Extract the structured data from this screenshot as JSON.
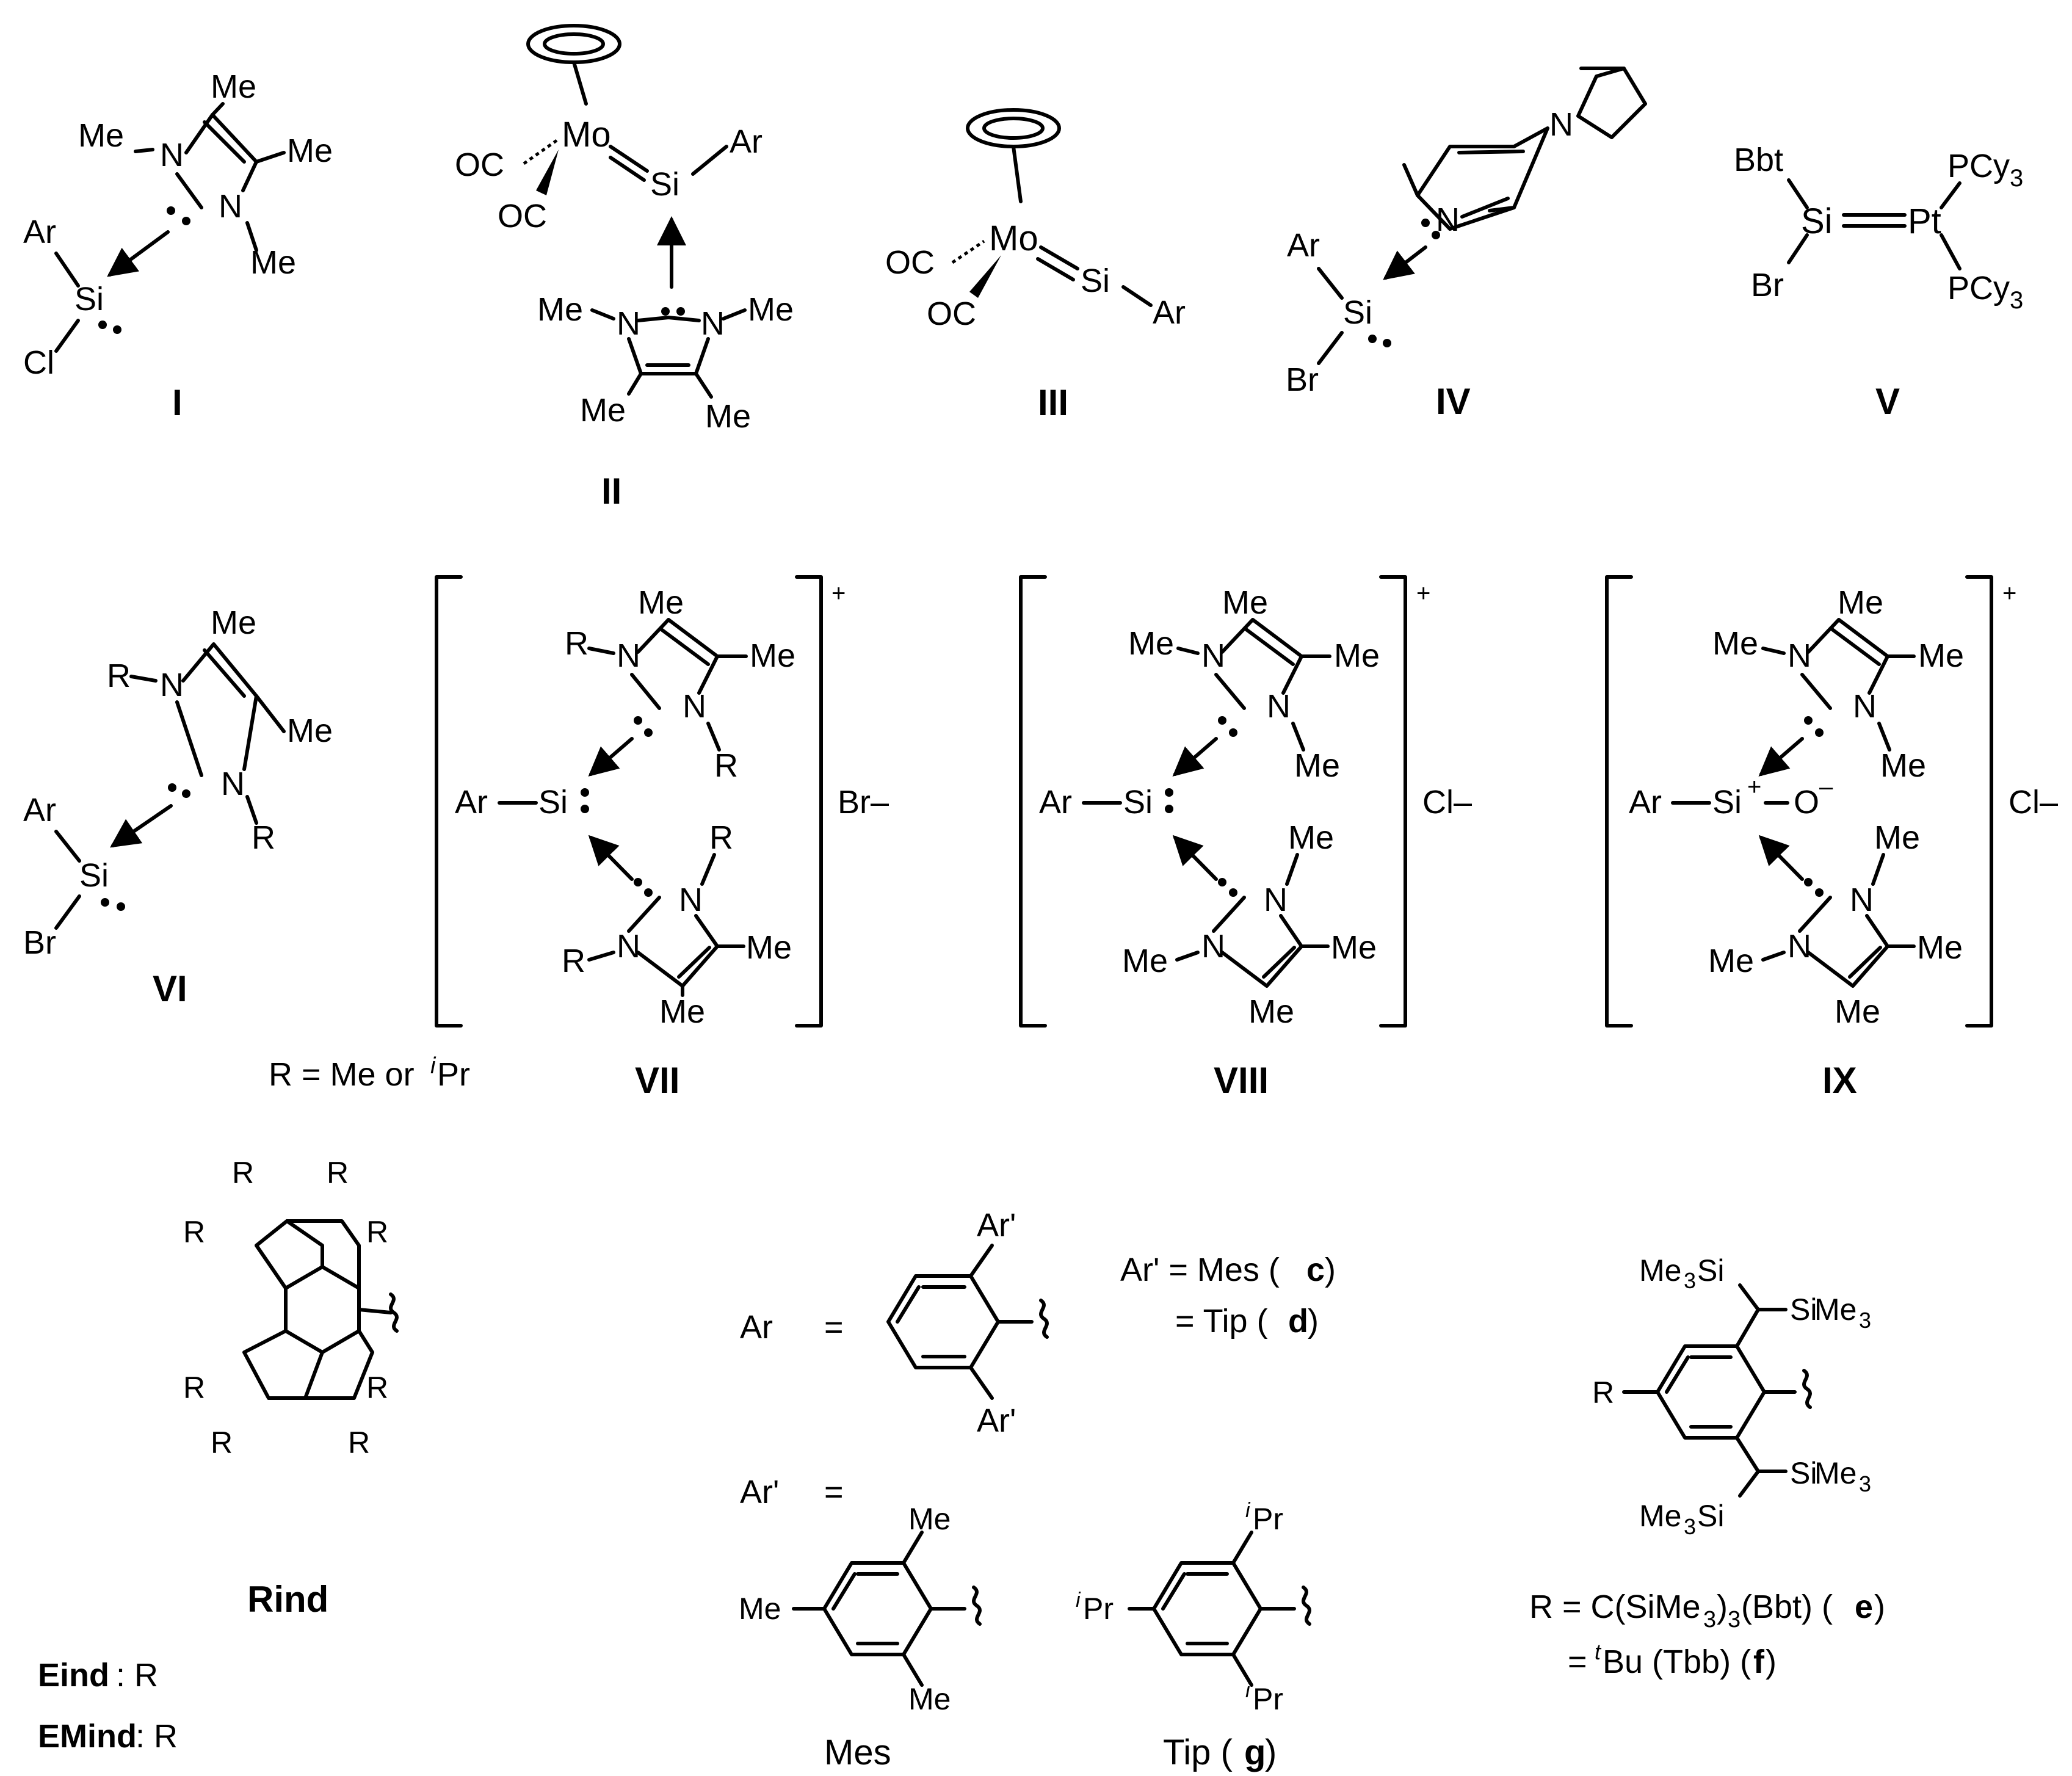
{
  "compounds": {
    "I": "I",
    "II": "II",
    "III": "III",
    "IV": "IV",
    "V": "V",
    "VI": "VI",
    "VII": "VII",
    "VIII": "VIII",
    "IX": "IX",
    "Rind": "Rind"
  },
  "atoms": {
    "me": "Me",
    "n": "N",
    "ar": "Ar",
    "si": "Si",
    "cl": "Cl",
    "br": "Br",
    "mo": "Mo",
    "oc": "OC",
    "pt": "Pt",
    "pcy": "PCy",
    "bbt": "Bbt",
    "r": "R",
    "o": "O",
    "sub3": "3",
    "plus": "+",
    "minus": "–"
  },
  "counterions": {
    "bromide": "Br–",
    "chloride": "Cl–"
  },
  "notes": {
    "r_def_left": "R = Me or ",
    "r_def_ipr": "Pr",
    "r_def_i": "i"
  },
  "definitions": {
    "ar_label": "Ar",
    "eq": "=",
    "ar_prime": "Ar'",
    "ar_prime_mes": "Ar' = Mes (",
    "c": "c",
    "ar_prime_tip": "= Tip (",
    "d": "d",
    "close": ")",
    "mes_label": "Mes",
    "tip_label": "Tip (",
    "g": "g",
    "eind": "Eind",
    "eind_def": ": R",
    "emind": "EMind",
    "bbt_def": "R = C(SiMe",
    "bbt_def2": ")",
    "bbt_def3": " (Bbt) (",
    "e": "e",
    "tbb_def": "= ",
    "t": "t",
    "tbb_def2": "Bu (Tbb) (",
    "f": "f"
  }
}
